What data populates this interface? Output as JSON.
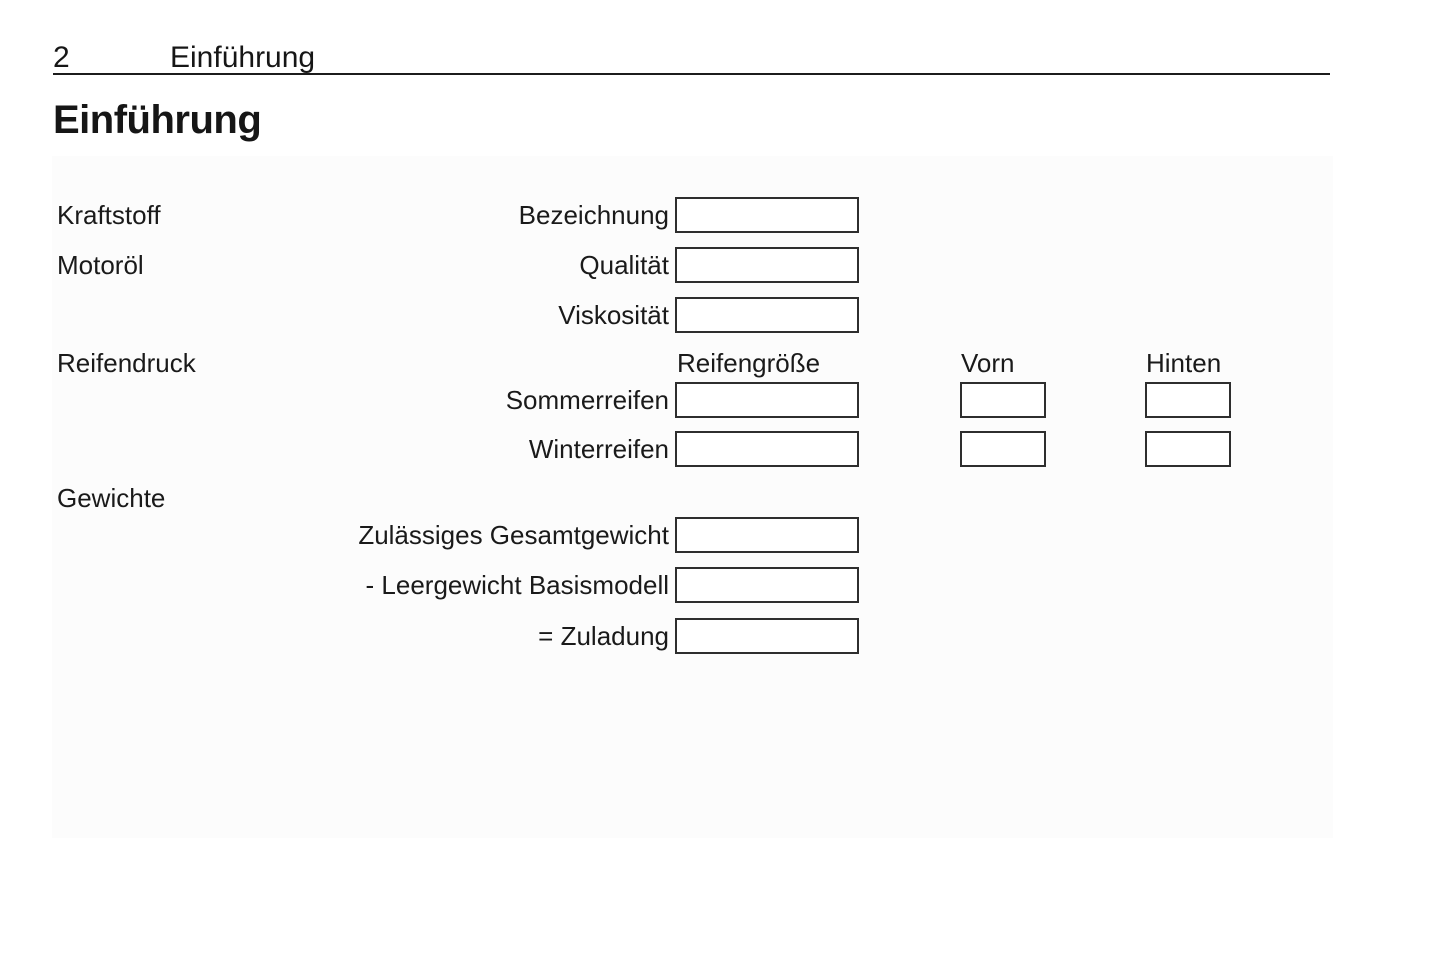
{
  "header": {
    "page_number": "2",
    "chapter_title": "Einführung"
  },
  "page_title": "Einführung",
  "form": {
    "fuel": {
      "category_label": "Kraftstoff",
      "designation": {
        "label": "Bezeichnung",
        "value": ""
      }
    },
    "engine_oil": {
      "category_label": "Motoröl",
      "quality": {
        "label": "Qualität",
        "value": ""
      },
      "viscosity": {
        "label": "Viskosität",
        "value": ""
      }
    },
    "tire_pressure": {
      "category_label": "Reifendruck",
      "columns": {
        "size": "Reifengröße",
        "front": "Vorn",
        "rear": "Hinten"
      },
      "summer": {
        "label": "Sommerreifen",
        "size": "",
        "front": "",
        "rear": ""
      },
      "winter": {
        "label": "Winterreifen",
        "size": "",
        "front": "",
        "rear": ""
      }
    },
    "weights": {
      "category_label": "Gewichte",
      "gross_weight": {
        "label": "Zulässiges Gesamtgewicht",
        "value": ""
      },
      "curb_weight": {
        "label": "- Leergewicht Basismodell",
        "value": ""
      },
      "payload": {
        "label": "= Zuladung",
        "value": ""
      }
    }
  },
  "colors": {
    "text": "#1a1a1a",
    "box_border": "#2e2e2e",
    "panel_background": "#fcfcfc",
    "page_background": "#ffffff"
  }
}
